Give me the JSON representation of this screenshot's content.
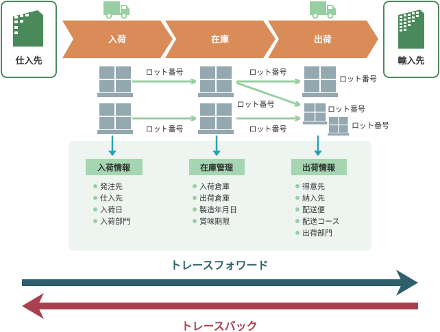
{
  "supplier": "仕入先",
  "customer": "輸入先",
  "stages": [
    "入荷",
    "在庫",
    "出荷"
  ],
  "lot_label": "ロット番号",
  "info": [
    {
      "title": "入荷情報",
      "items": [
        "発注先",
        "仕入先",
        "入荷日",
        "入荷部門"
      ]
    },
    {
      "title": "在庫管理",
      "items": [
        "入荷倉庫",
        "出荷倉庫",
        "製造年月日",
        "賞味期限"
      ]
    },
    {
      "title": "出荷情報",
      "items": [
        "得意先",
        "納入先",
        "配送便",
        "配送コース",
        "出荷部門"
      ]
    }
  ],
  "trace_forward": "トレースフォワード",
  "trace_back": "トレースバック",
  "colors": {
    "orange": "#d98b58",
    "green": "#4a8a5a",
    "pallet": "#94a8b0",
    "arrow": "#98cfa2",
    "forward": "#2f5f6a",
    "back": "#a8404f"
  }
}
